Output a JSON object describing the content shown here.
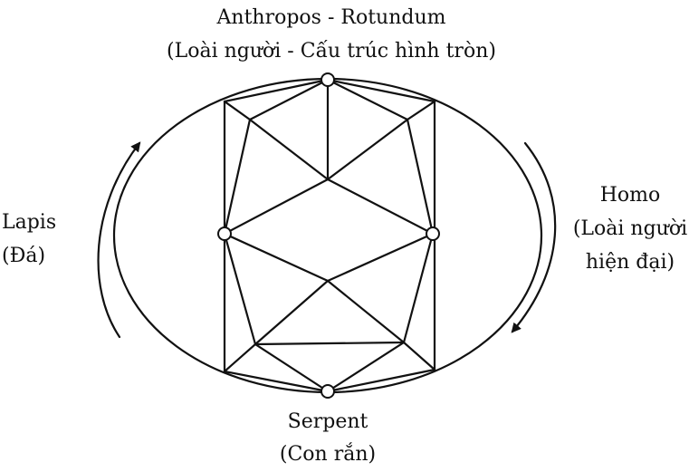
{
  "labels": {
    "top_line1": "Anthropos - Rotundum",
    "top_line2": "(Loài người - Cấu trúc hình tròn)",
    "left_line1": "Lapis",
    "left_line2": "(Đá)",
    "right_line1": "Homo",
    "right_line2": "(Loài người",
    "right_line3": "hiện đại)",
    "bottom_line1": "Serpent",
    "bottom_line2": "(Con rắn)"
  },
  "nodes": [
    {
      "id": "top",
      "label_ref": "top_line1"
    },
    {
      "id": "left",
      "label_ref": "left_line1"
    },
    {
      "id": "right",
      "label_ref": "right_line1"
    },
    {
      "id": "bottom",
      "label_ref": "bottom_line1"
    }
  ],
  "colors": {
    "line": "#111111",
    "node_fill": "#ffffff",
    "background": "#ffffff"
  }
}
